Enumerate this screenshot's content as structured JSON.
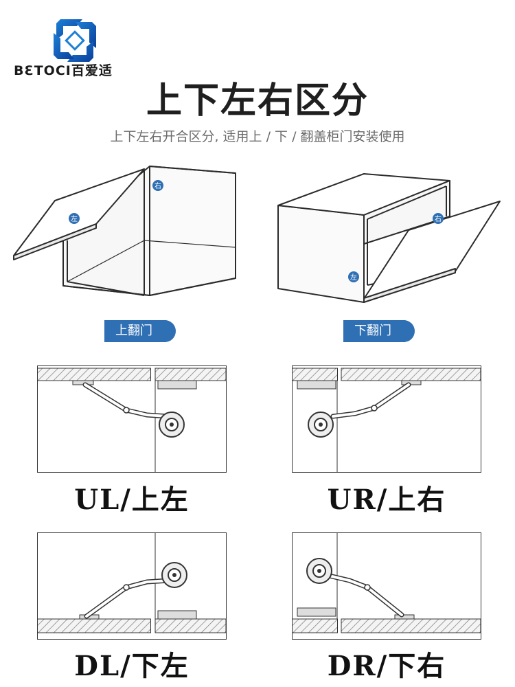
{
  "brand": {
    "name": "BETOCI",
    "cn": "百爱适",
    "logo_text": "BƐTOCI百爱适",
    "accent": "#2f6fb4"
  },
  "title": "上下左右区分",
  "subtitle": "上下左右开合区分, 适用上 / 下 / 翻盖柜门安装使用",
  "cabinets": [
    {
      "pill": "上翻门",
      "left_label": "左",
      "right_label": "右"
    },
    {
      "pill": "下翻门",
      "left_label": "左",
      "right_label": "右"
    }
  ],
  "variants": [
    {
      "caption": "UL/上左"
    },
    {
      "caption": "UR/上右"
    },
    {
      "caption": "DL/下左"
    },
    {
      "caption": "DR/下右"
    }
  ]
}
